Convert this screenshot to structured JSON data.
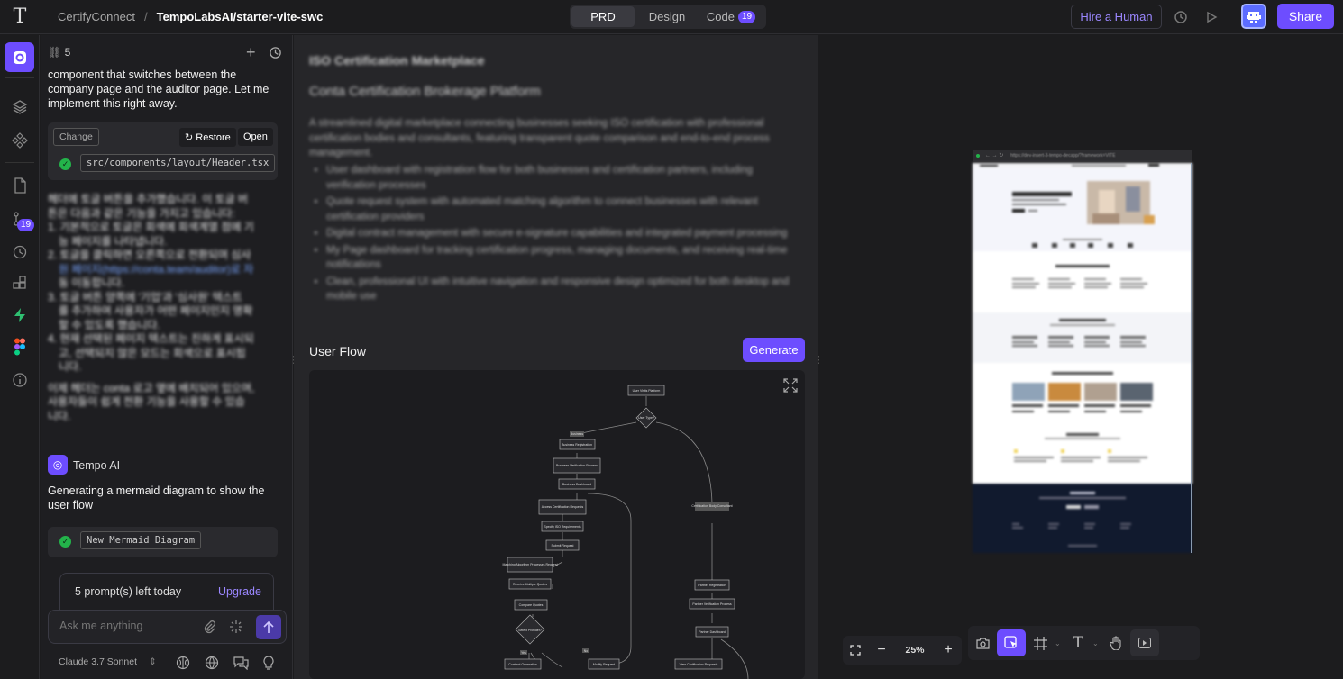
{
  "topbar": {
    "logo": "T",
    "org": "CertifyConnect",
    "separator": "/",
    "repo": "TempoLabsAI/starter-vite-swc",
    "tabs": [
      {
        "label": "PRD",
        "active": true
      },
      {
        "label": "Design",
        "active": false
      },
      {
        "label": "Code",
        "badge": "19",
        "active": false
      }
    ],
    "hire_label": "Hire a Human",
    "share_label": "Share"
  },
  "rail": {
    "badge": "19"
  },
  "chat": {
    "count": "5",
    "intro_text": "component that switches between the company page and the auditor page. Let me implement this right away.",
    "change_card": {
      "tag": "Change",
      "restore_label": "Restore",
      "open_label": "Open",
      "file": "src/components/layout/Header.tsx"
    },
    "korean_lines": [
      "헤더에 토글 버튼을 추가했습니다. 이 토글 버",
      "튼은 다음과 같은 기능을 가지고 있습니다:",
      "1. 기본적으로 토글은 회색에 회색계열 점에 기",
      "능 페이지를 나타냅니다.",
      "2. 토글을 클릭하면 오른쪽으로 전환되며 심사",
      "원 페이지(https://conta.team/auditor)로 자",
      "동 이동합니다.",
      "3. 토글 버튼 양쪽에 '기업'과 '심사원' 텍스트",
      "를 추가하여 사용자가 어떤 페이지인지 명확",
      "할 수 있도록 했습니다.",
      "4. 현재 선택된 페이지 텍스트는 진하게 표시되",
      "고, 선택되지 않은 모드는 회색으로 표시됩",
      "니다.",
      "",
      "이제 헤더는 conta 로고 옆에 배치되어 있으며,",
      "사용자들이 쉽게 전환 기능을 사용할 수 있습",
      "니다."
    ],
    "ai_name": "Tempo AI",
    "ai_message": "Generating a mermaid diagram to show the user flow",
    "diagram_chip": "New Mermaid Diagram",
    "prompts_left": "5 prompt(s) left today",
    "upgrade_label": "Upgrade",
    "input_placeholder": "Ask me anything",
    "model": "Claude 3.7 Sonnet"
  },
  "prd": {
    "title": "ISO Certification Marketplace",
    "subtitle": "Conta Certification Brokerage Platform",
    "description": "A streamlined digital marketplace connecting businesses seeking ISO certification with professional certification bodies and consultants, featuring transparent quote comparison and end-to-end process management.",
    "bullets": [
      "User dashboard with registration flow for both businesses and certification partners, including verification processes",
      "Quote request system with automated matching algorithm to connect businesses with relevant certification providers",
      "Digital contract management with secure e-signature capabilities and integrated payment processing",
      "My Page dashboard for tracking certification progress, managing documents, and receiving real-time notifications",
      "Clean, professional UI with intuitive navigation and responsive design optimized for both desktop and mobile use"
    ],
    "user_flow_label": "User Flow",
    "generate_label": "Generate"
  },
  "flow": {
    "nodes": [
      "User Visits Platform",
      "User Type?",
      "Business",
      "Business Registration",
      "Business Verification Process",
      "Business Dashboard",
      "Access Certification Requests",
      "Specify ISO Requirements",
      "Submit Request",
      "Matching Algorithm Processes Request",
      "Receive Multiple Quotes",
      "Compare Quotes",
      "Select Provider?",
      "Contract Generation",
      "Modify Request",
      "Certification Body/Consultant",
      "Partner Registration",
      "Partner Verification Process",
      "Partner Dashboard",
      "View Certification Requests",
      "Yes",
      "No"
    ]
  },
  "canvas": {
    "preview_url": "https://dev-insert-3-tempo-decapp/?framework=VITE",
    "zoom": "25%"
  }
}
